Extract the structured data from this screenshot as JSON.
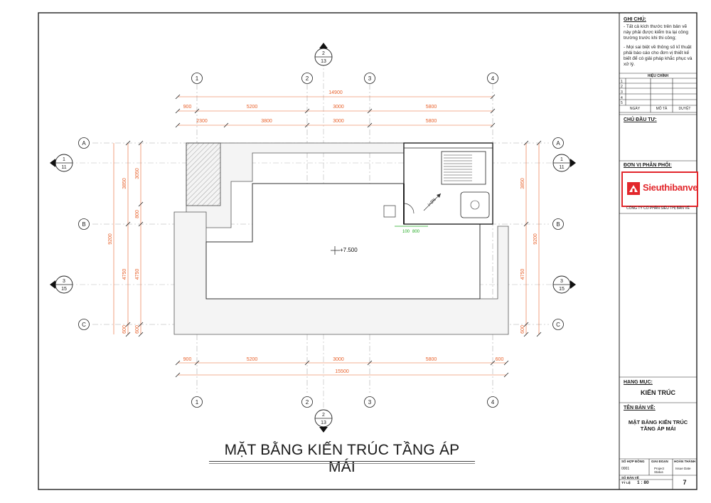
{
  "drawing": {
    "title": "MẶT BẰNG KIẾN TRÚC TẦNG ÁP MÁI",
    "level_label": "+7.500",
    "slope_label": "i=2%",
    "door_dims": [
      "100",
      "800"
    ],
    "grid_columns": [
      "1",
      "2",
      "3",
      "4"
    ],
    "grid_rows": [
      "A",
      "B",
      "C"
    ],
    "section_tags": [
      {
        "top": "2",
        "bottom": "13"
      },
      {
        "top": "1",
        "bottom": "11"
      },
      {
        "top": "3",
        "bottom": "15"
      }
    ],
    "top_dims": {
      "overall": "14900",
      "row1": [
        "900",
        "5200",
        "3000",
        "5800"
      ],
      "row2": [
        "2300",
        "3800",
        "3000",
        "5800"
      ]
    },
    "bottom_dims": {
      "row1": [
        "900",
        "5200",
        "3000",
        "5800",
        "600"
      ],
      "overall": "15500"
    },
    "left_dims": {
      "overall": "9200",
      "outer": [
        "3850",
        "4750",
        "600"
      ],
      "inner": [
        "3050",
        "800",
        "4750",
        "600"
      ]
    },
    "right_dims": {
      "overall": "9200",
      "outer": [
        "3850",
        "4750",
        "600"
      ]
    }
  },
  "title_block": {
    "notes_label": "GHI CHÚ:",
    "notes": [
      "- Tất cả kích thước trên bản vẽ này phải được kiểm tra lại công trường trước khi thi công;",
      "- Mọi sai biệt về thông số kĩ thuật phải báo cáo cho đơn vị thiết kế biết để có giải pháp khắc phục và xử lý."
    ],
    "revision_label": "HIỆU CHỈNH",
    "revision_rows": [
      "1",
      "2",
      "3",
      "4",
      "5"
    ],
    "revision_cols": [
      "NGÀY",
      "MÔ TẢ",
      "DUYỆT"
    ],
    "owner_label": "CHỦ ĐẦU TƯ:",
    "distributor_label": "ĐƠN VỊ PHÂN PHỐI:",
    "logo_text": "Sieuthibanve",
    "company": "CÔNG TY CỔ PHẦN SIÊU THỊ BẢN VẼ",
    "category_label": "HẠNG MỤC:",
    "category_value": "KIẾN TRÚC",
    "sheet_name_label": "TÊN BẢN VẼ:",
    "sheet_name_line1": "MẶT BẰNG KIẾN TRÚC",
    "sheet_name_line2": "TẦNG ÁP MÁI",
    "contract_label": "SỐ HỢP ĐỒNG",
    "contract_value": "0001",
    "phase_label": "GIAI ĐOẠN",
    "phase_value1": "Project",
    "phase_value2": "Status",
    "complete_label": "HOÀN THÀNH",
    "complete_value": "Issue Date",
    "scale_label": "TỶ LỆ",
    "scale_value": "1 : 80",
    "sheet_no_label": "SỐ BẢN VẼ",
    "sheet_no_value": "7"
  },
  "colors": {
    "dimension": "#e8622c",
    "line": "#222222",
    "gridline": "#999999",
    "brand_red": "#e2262b",
    "door_green": "#22aa22"
  }
}
